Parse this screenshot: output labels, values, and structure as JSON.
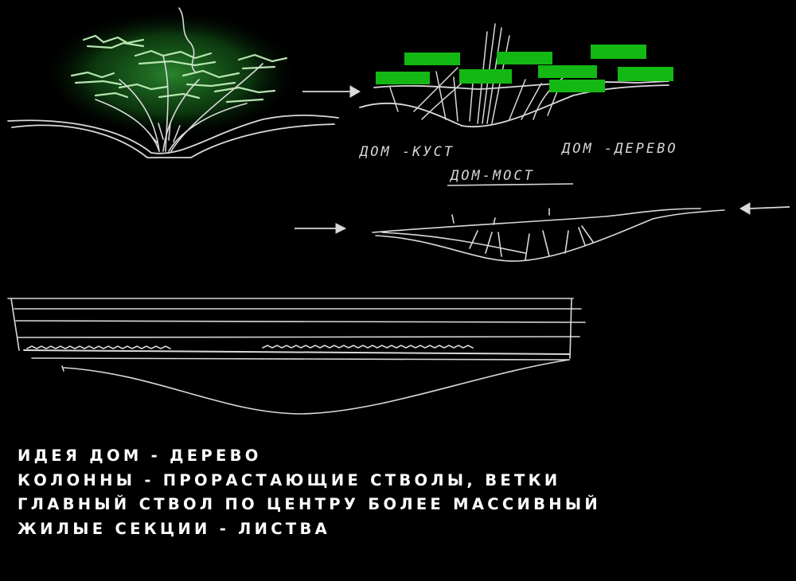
{
  "colors": {
    "background": "#000000",
    "stroke": "#d9d9d9",
    "leaf_glow": "#1f7a24",
    "leaf_block": "#14b814",
    "caption": "#ffffff"
  },
  "sketch_labels": {
    "dom_kust": "ДОМ -КУСТ",
    "dom_derevo": "ДОМ -ДЕРЕВО",
    "dom_most": "ДОМ-МОСТ"
  },
  "captions": [
    "ИДЕЯ ДОМ - ДЕРЕВО",
    "КОЛОННЫ - ПРОРАСТАЮЩИЕ СТВОЛЫ, ВЕТКИ",
    "ГЛАВНЫЙ СТВОЛ ПО ЦЕНТРУ БОЛЕЕ МАССИВНЫЙ",
    "ЖИЛЫЕ СЕКЦИИ - ЛИСТВА"
  ]
}
